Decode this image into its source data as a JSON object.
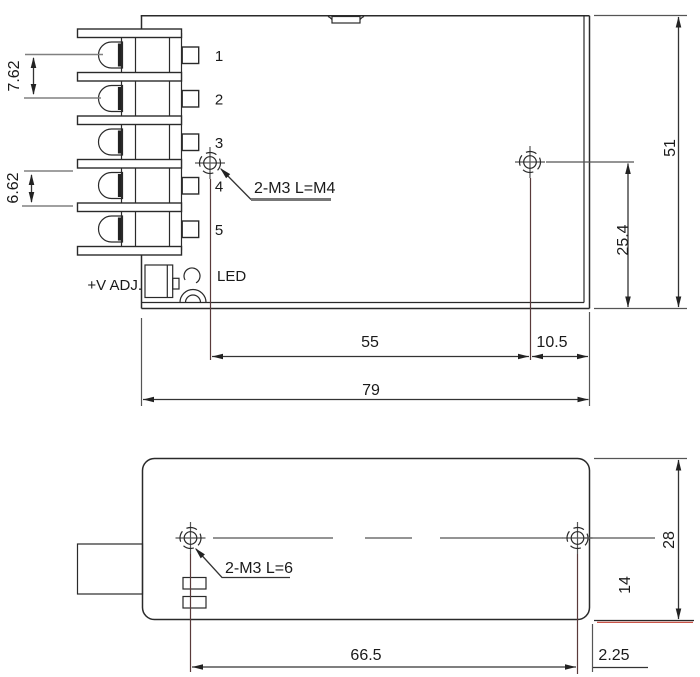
{
  "top_view": {
    "terminal_numbers": [
      "1",
      "2",
      "3",
      "4",
      "5"
    ],
    "v_adj_label": "+V ADJ.",
    "led_label": "LED",
    "mounting_note": "2-M3 L=M4",
    "dim_pitch_a": "7.62",
    "dim_pitch_b": "6.62",
    "dim_hole_span": "55",
    "dim_hole_to_edge": "10.5",
    "dim_width": "79",
    "dim_height": "51",
    "dim_hole_to_bottom": "25.4"
  },
  "bottom_view": {
    "mounting_note": "2-M3 L=6",
    "dim_hole_span": "66.5",
    "dim_hole_to_edge": "2.25",
    "dim_height": "28",
    "dim_hole_to_bottom": "14"
  }
}
